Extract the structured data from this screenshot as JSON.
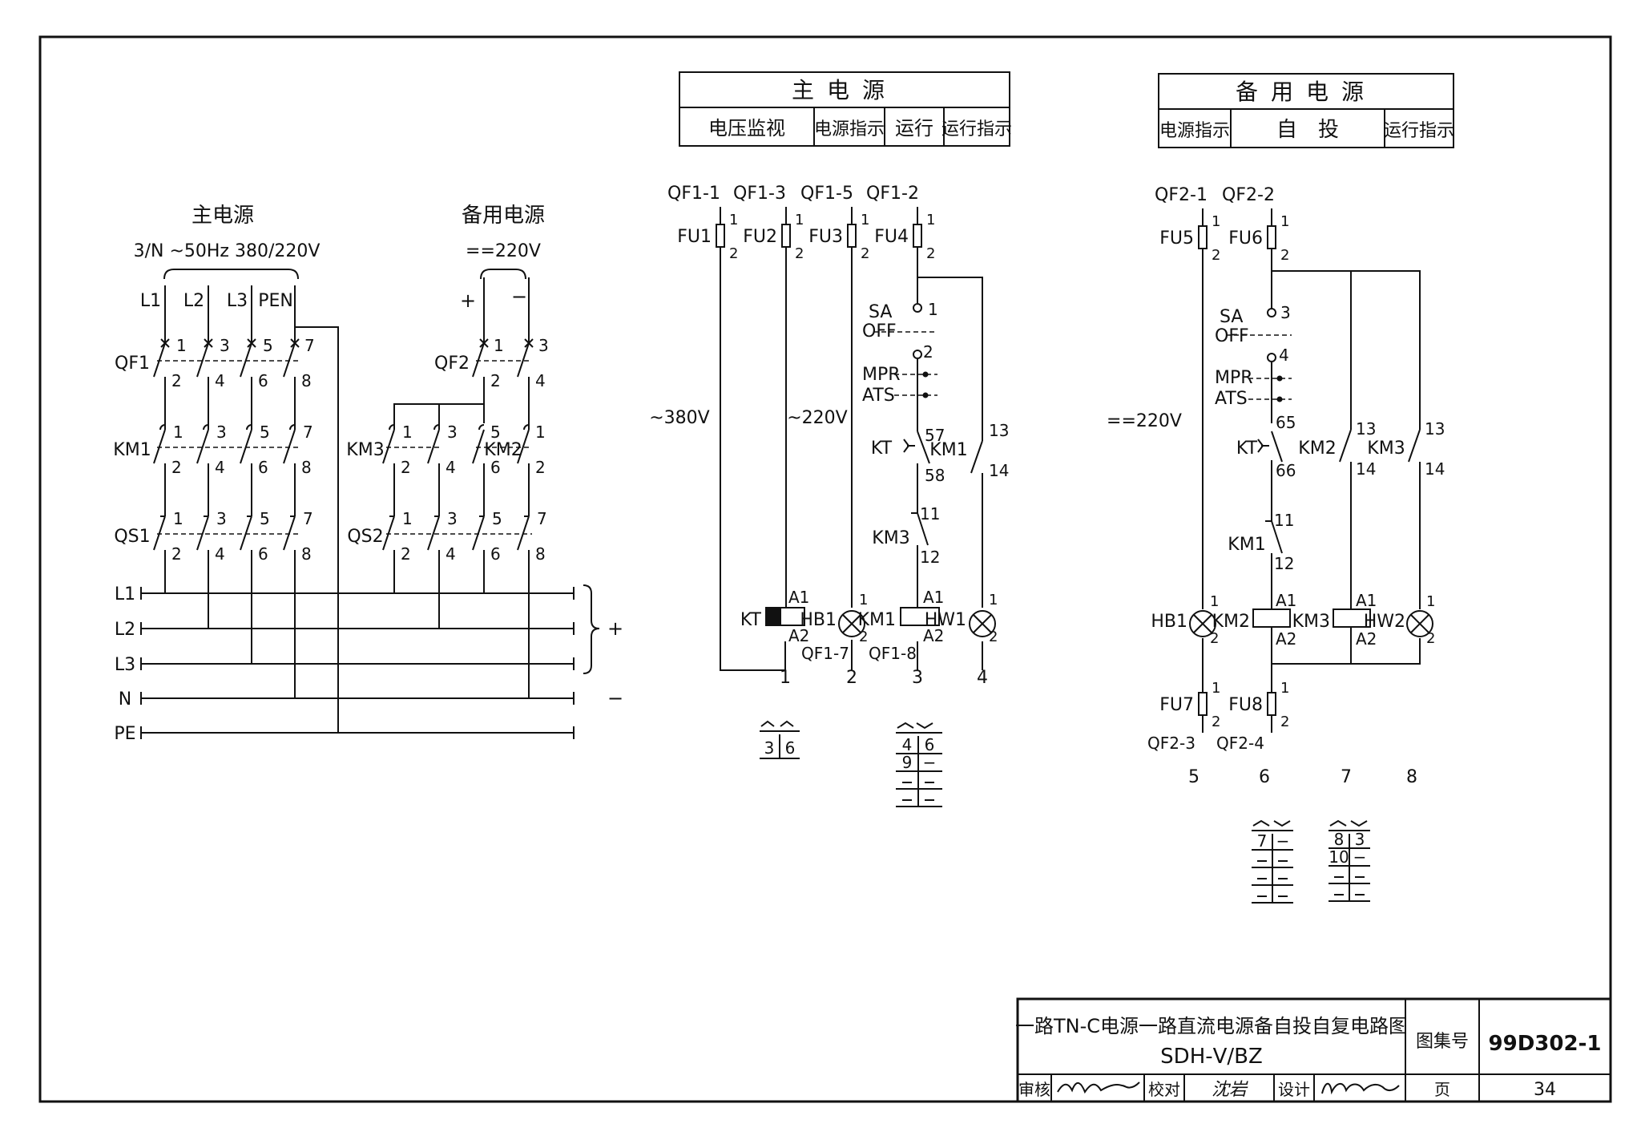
{
  "power_section": {
    "main_source": {
      "title": "主电源",
      "spec": "3/N ~50Hz 380/220V"
    },
    "backup_source": {
      "title": "备用电源",
      "spec": "==220V"
    },
    "phases": [
      "L1",
      "L2",
      "L3",
      "PEN"
    ],
    "dc_poles": [
      "+",
      "−"
    ],
    "bus_labels": [
      "L1",
      "L2",
      "L3",
      "N",
      "PE"
    ],
    "bus_plus": "+",
    "bus_minus": "−",
    "devices": {
      "qf1": "QF1",
      "km1": "KM1",
      "qs1": "QS1",
      "qf2": "QF2",
      "km3": "KM3",
      "km2": "KM2",
      "qs2": "QS2"
    },
    "terms_top": [
      "1",
      "3",
      "5",
      "7"
    ],
    "terms_bot": [
      "2",
      "4",
      "6",
      "8"
    ]
  },
  "main_ctrl": {
    "header": {
      "title": "主电源",
      "cols": [
        "电压监视",
        "电源指示",
        "运行",
        "运行指示"
      ]
    },
    "supplies": [
      "QF1-1",
      "QF1-3",
      "QF1-5",
      "QF1-2"
    ],
    "fuses": [
      "FU1",
      "FU2",
      "FU3",
      "FU4"
    ],
    "volt_380": "~380V",
    "volt_220": "~220V",
    "sa": "SA",
    "off": "OFF",
    "mpr": "MPR",
    "ats": "ATS",
    "sa_t1": "1",
    "sa_t2": "2",
    "kt": "KT",
    "kt_57": "57",
    "kt_58": "58",
    "km3": "KM3",
    "km3_11": "11",
    "km3_12": "12",
    "km1": "KM1",
    "km1_13": "13",
    "km1_14": "14",
    "coils": [
      "KT",
      "HB1",
      "KM1",
      "HW1"
    ],
    "a1": "A1",
    "a2": "A2",
    "qf1_7": "QF1-7",
    "qf1_8": "QF1-8",
    "outs": [
      "1",
      "2",
      "3",
      "4"
    ]
  },
  "backup_ctrl": {
    "header": {
      "title": "备用电源",
      "cols": [
        "电源指示",
        "自　投",
        "运行指示"
      ]
    },
    "supplies": [
      "QF2-1",
      "QF2-2"
    ],
    "fuses": [
      "FU5",
      "FU6",
      "FU7",
      "FU8"
    ],
    "volt_220": "==220V",
    "sa": "SA",
    "off": "OFF",
    "mpr": "MPR",
    "ats": "ATS",
    "sa_t3": "3",
    "sa_t4": "4",
    "kt": "KT",
    "kt_65": "65",
    "kt_66": "66",
    "km1": "KM1",
    "km1_11": "11",
    "km1_12": "12",
    "km2": "KM2",
    "km3": "KM3",
    "c13": "13",
    "c14": "14",
    "coils": [
      "HB1",
      "KM2",
      "KM3",
      "HW2"
    ],
    "a1": "A1",
    "a2": "A2",
    "qf2_3": "QF2-3",
    "qf2_4": "QF2-4",
    "outs": [
      "5",
      "6",
      "7",
      "8"
    ]
  },
  "contact_tables": {
    "t1": [
      "3",
      "6"
    ],
    "t2": [
      "4",
      "6",
      "9",
      "−"
    ],
    "t3": [
      "7",
      "−"
    ],
    "t4": [
      "8",
      "3",
      "10",
      "−"
    ]
  },
  "title_block": {
    "title": "一路TN-C电源一路直流电源备自投自复电路图",
    "subtitle": "SDH-Ⅴ/BZ",
    "atlas_label": "图集号",
    "atlas_no": "99D302-1",
    "review": "审核",
    "check": "校对",
    "checker": "沈岩",
    "design": "设计",
    "page_label": "页",
    "page_no": "34"
  }
}
